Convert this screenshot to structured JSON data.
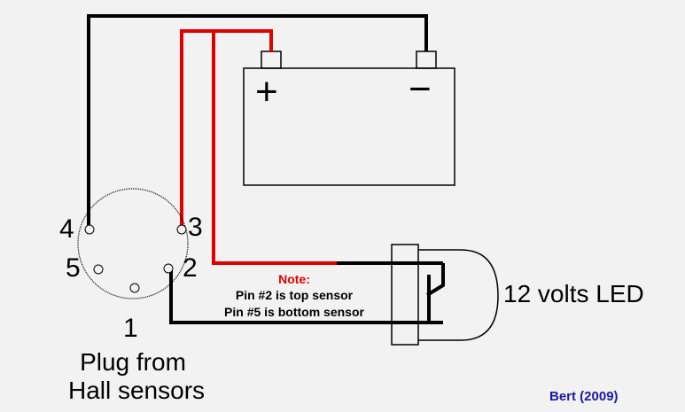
{
  "colors": {
    "background": "#f2f2f2",
    "wire_black": "#000000",
    "wire_red": "#e00000",
    "note_title": "#e00000",
    "credit": "#1a1aa0"
  },
  "battery": {
    "plus_symbol": "+",
    "minus_symbol": "−"
  },
  "plug": {
    "pins": [
      {
        "number": "4"
      },
      {
        "number": "3"
      },
      {
        "number": "5"
      },
      {
        "number": "2"
      },
      {
        "number": "1"
      }
    ],
    "caption_line1": "Plug from",
    "caption_line2": "Hall sensors"
  },
  "note": {
    "title": "Note:",
    "line1": "Pin #2 is top sensor",
    "line2": "Pin #5 is bottom sensor"
  },
  "led": {
    "label": "12 volts LED"
  },
  "credit": "Bert (2009)"
}
